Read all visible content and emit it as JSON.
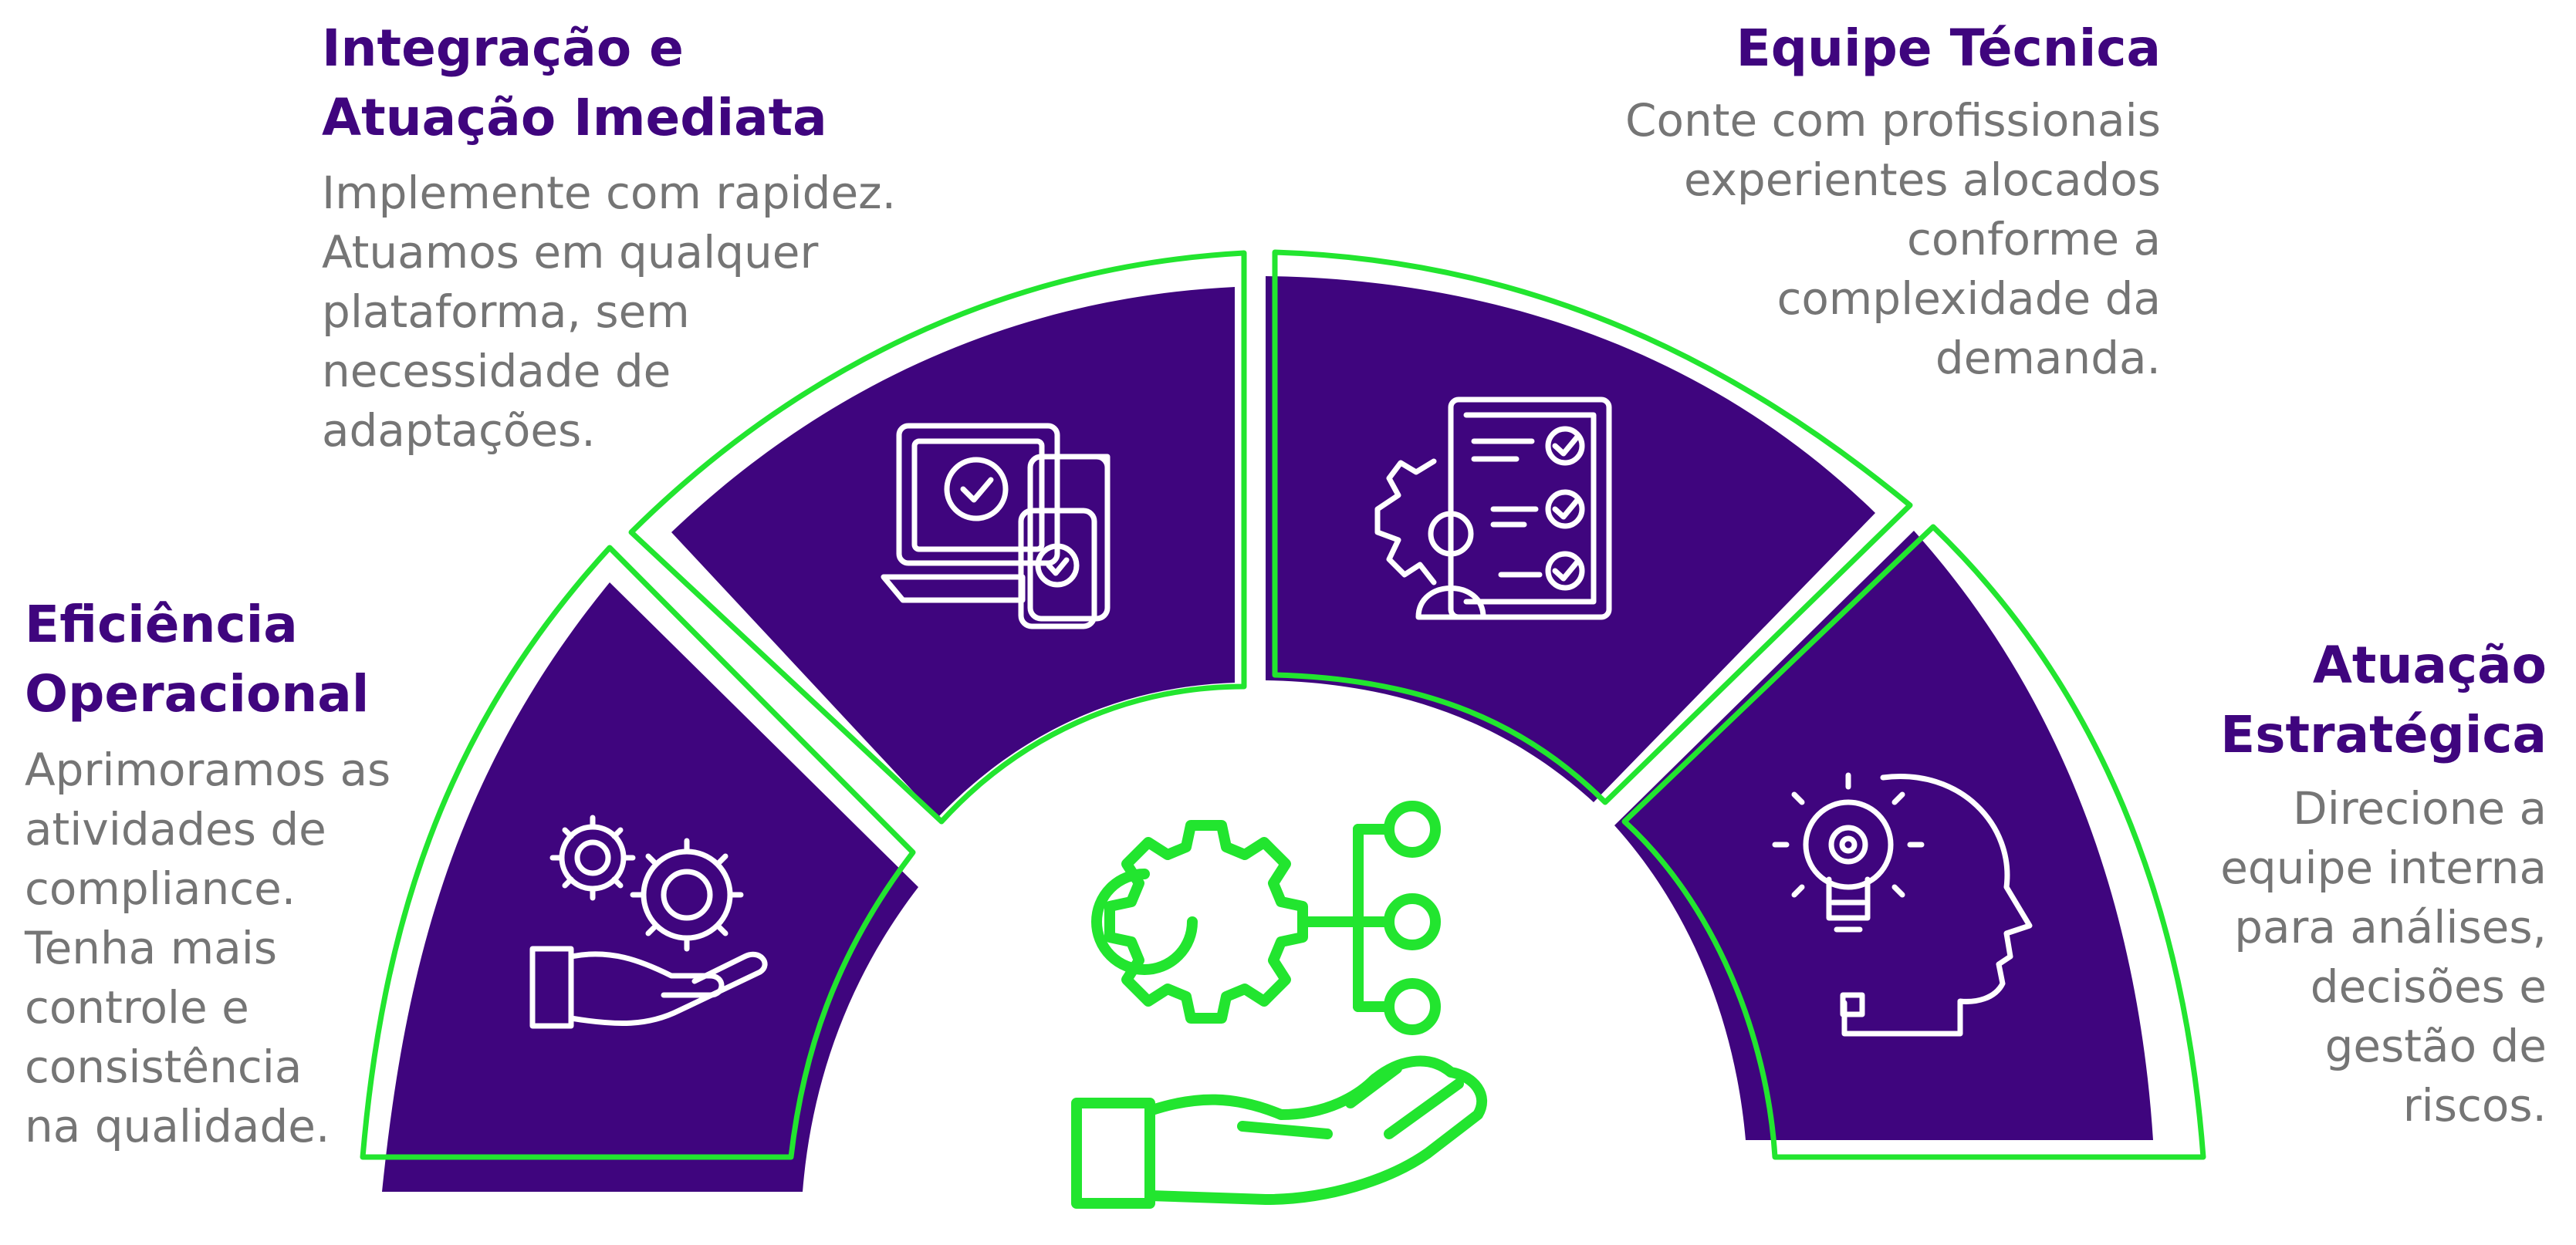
{
  "colors": {
    "purple": "#3f057e",
    "green": "#22e52f",
    "text_gray": "#757575",
    "white": "#ffffff"
  },
  "sections": [
    {
      "id": "integracao",
      "title_lines": [
        "Integração e",
        "Atuação Imediata"
      ],
      "desc_lines": [
        "Implemente com rapidez.",
        "Atuamos em qualquer",
        "plataforma, sem",
        "necessidade de",
        "adaptações."
      ],
      "icon": "devices-check-icon"
    },
    {
      "id": "equipe",
      "title_lines": [
        "Equipe Técnica"
      ],
      "desc_lines": [
        "Conte com profissionais",
        "experientes alocados",
        "conforme a",
        "complexidade da",
        "demanda."
      ],
      "icon": "checklist-person-gear-icon"
    },
    {
      "id": "eficiencia",
      "title_lines": [
        "Eficiência",
        "Operacional"
      ],
      "desc_lines": [
        "Aprimoramos as",
        "atividades de",
        "compliance.",
        "Tenha mais",
        "controle e",
        "consistência",
        "na qualidade."
      ],
      "icon": "gears-hand-icon"
    },
    {
      "id": "atuacao",
      "title_lines": [
        "Atuação",
        "Estratégica"
      ],
      "desc_lines": [
        "Direcione a",
        "equipe interna",
        "para análises,",
        "decisões e",
        "gestão de",
        "riscos."
      ],
      "icon": "head-lightbulb-icon"
    }
  ],
  "center_icon": "hand-gear-network-icon"
}
